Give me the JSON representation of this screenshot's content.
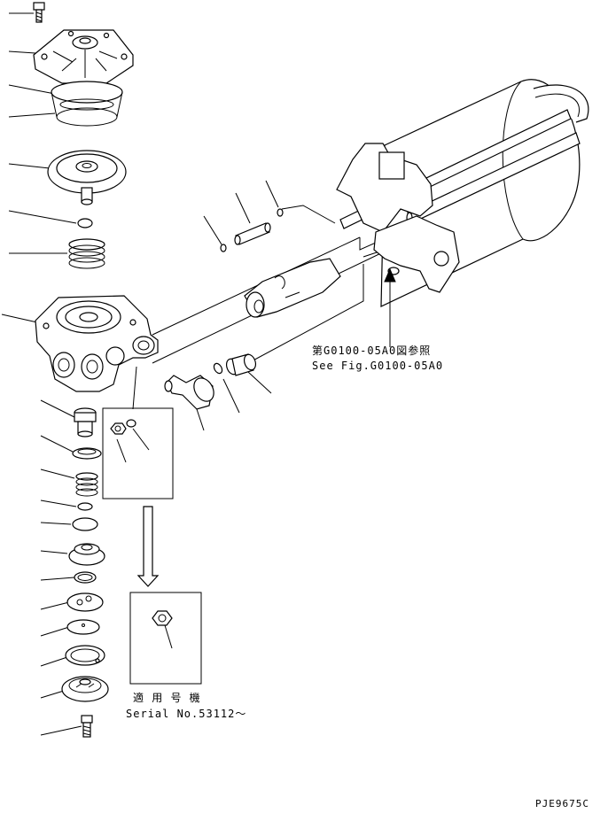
{
  "reference": {
    "jp": "第G0100-05A0図参照",
    "en": "See Fig.G0100-05A0"
  },
  "serial": {
    "jp": "適 用 号 機",
    "en": "Serial No.53112～"
  },
  "figure_code": "PJE9675C"
}
